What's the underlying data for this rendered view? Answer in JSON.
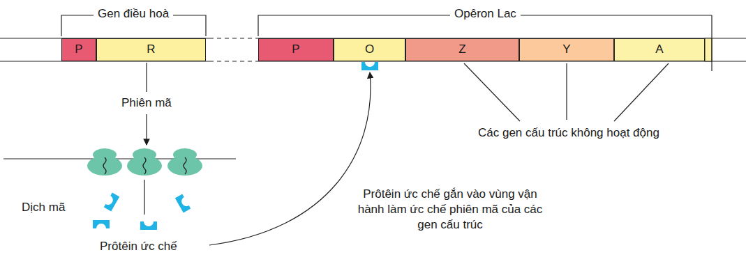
{
  "diagram": {
    "nodes": [
      {
        "text": [
          "P"
        ]
      },
      {
        "text": [
          "R"
        ]
      },
      {
        "text": [
          "P"
        ]
      },
      {
        "text": [
          "O"
        ]
      },
      {
        "text": [
          "Z"
        ]
      },
      {
        "text": [
          "Y"
        ]
      },
      {
        "text": [
          "A"
        ]
      }
    ],
    "labels": [
      "Gen điều hoà",
      "Opêron Lac",
      "Phiên mã",
      "Dịch mã",
      "Prôtêin ức chế",
      "Các gen cấu trúc không hoạt động",
      "Prôtêin ức chế gắn vào vùng vận hành làm ức chế phiên mã của các gen cấu trúc"
    ]
  }
}
